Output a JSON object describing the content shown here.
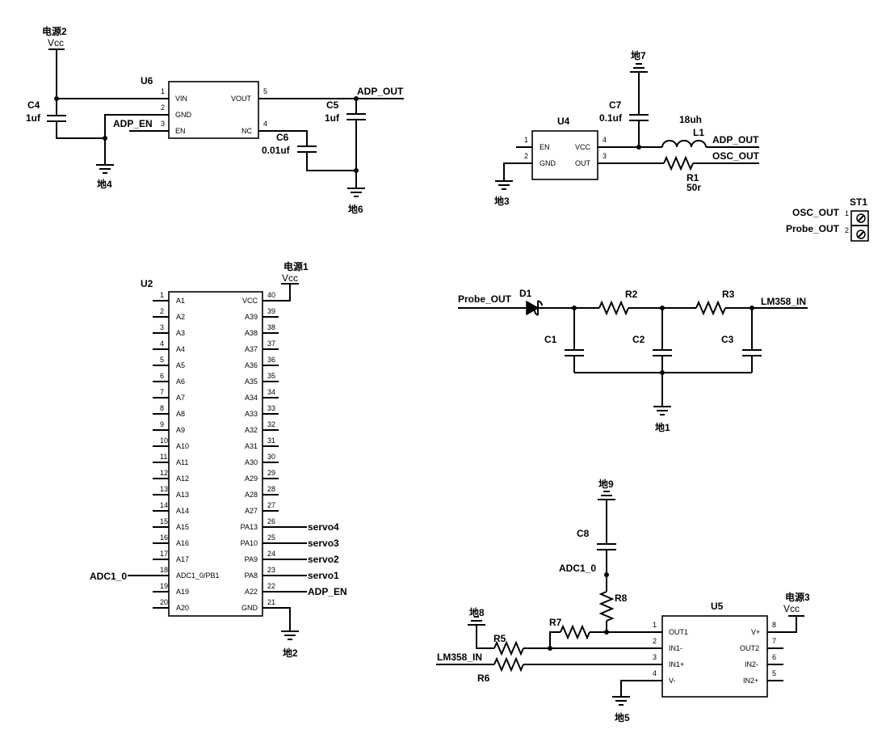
{
  "nets": {
    "adp_out": "ADP_OUT",
    "adp_en": "ADP_EN",
    "osc_out": "OSC_OUT",
    "probe_out": "Probe_OUT",
    "lm358_in": "LM358_IN",
    "adc1_0": "ADC1_0",
    "servo1": "servo1",
    "servo2": "servo2",
    "servo3": "servo3",
    "servo4": "servo4"
  },
  "power": {
    "vcc": "Vcc",
    "src1": "电源1",
    "src2": "电源2",
    "src3": "电源3",
    "gnd1": "地1",
    "gnd2": "地2",
    "gnd3": "地3",
    "gnd4": "地4",
    "gnd5": "地5",
    "gnd6": "地6",
    "gnd7": "地7",
    "gnd8": "地8",
    "gnd9": "地9"
  },
  "components": {
    "U6": {
      "ref": "U6",
      "pins": [
        "VIN",
        "GND",
        "EN",
        "VOUT",
        "NC"
      ],
      "nums": [
        "1",
        "2",
        "3",
        "5",
        "4"
      ]
    },
    "U4": {
      "ref": "U4",
      "pins": [
        "EN",
        "GND",
        "VCC",
        "OUT"
      ],
      "nums": [
        "1",
        "2",
        "4",
        "3"
      ]
    },
    "U5": {
      "ref": "U5",
      "pins": [
        "OUT1",
        "IN1-",
        "IN1+",
        "V-",
        "V+",
        "OUT2",
        "IN2-",
        "IN2+"
      ],
      "nums": [
        "1",
        "2",
        "3",
        "4",
        "8",
        "7",
        "6",
        "5"
      ]
    },
    "U2": {
      "ref": "U2",
      "left_pins": [
        "A1",
        "A2",
        "A3",
        "A4",
        "A5",
        "A6",
        "A7",
        "A8",
        "A9",
        "A10",
        "A11",
        "A12",
        "A13",
        "A14",
        "A15",
        "A16",
        "A17",
        "ADC1_0/PB1",
        "A19",
        "A20"
      ],
      "right_pins": [
        "VCC",
        "A39",
        "A38",
        "A37",
        "A36",
        "A35",
        "A34",
        "A33",
        "A32",
        "A31",
        "A30",
        "A29",
        "A28",
        "A27",
        "PA13",
        "PA10",
        "PA9",
        "PA8",
        "A22",
        "GND"
      ],
      "left_nums": [
        "1",
        "2",
        "3",
        "4",
        "5",
        "6",
        "7",
        "8",
        "9",
        "10",
        "11",
        "12",
        "13",
        "14",
        "15",
        "16",
        "17",
        "18",
        "19",
        "20"
      ],
      "right_nums": [
        "40",
        "39",
        "38",
        "37",
        "36",
        "35",
        "34",
        "33",
        "32",
        "31",
        "30",
        "29",
        "28",
        "27",
        "26",
        "25",
        "24",
        "23",
        "22",
        "21"
      ]
    },
    "ST1": {
      "ref": "ST1",
      "nums": [
        "1",
        "2"
      ]
    },
    "C1": "C1",
    "C2": "C2",
    "C3": "C3",
    "C4": {
      "ref": "C4",
      "value": "1uf"
    },
    "C5": {
      "ref": "C5",
      "value": "1uf"
    },
    "C6": {
      "ref": "C6",
      "value": "0.01uf"
    },
    "C7": {
      "ref": "C7",
      "value": "0.1uf"
    },
    "C8": "C8",
    "L1": {
      "ref": "L1",
      "value": "18uh"
    },
    "R1": {
      "ref": "R1",
      "value": "50r"
    },
    "R2": "R2",
    "R3": "R3",
    "R5": "R5",
    "R6": "R6",
    "R7": "R7",
    "R8": "R8",
    "D1": "D1"
  }
}
